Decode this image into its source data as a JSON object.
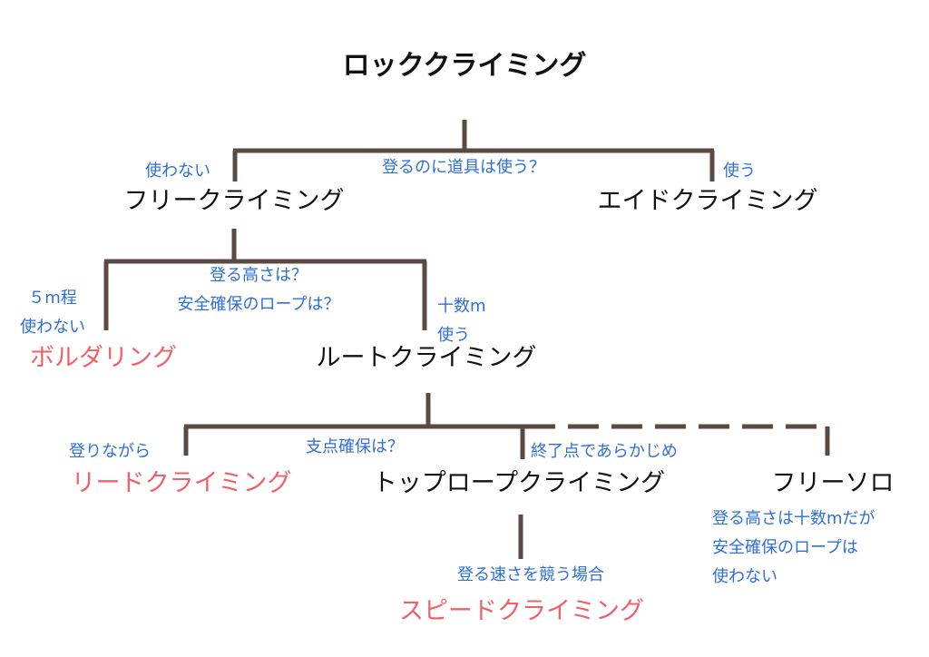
{
  "title": "ロッククライミング",
  "nodes": {
    "free": "フリークライミング",
    "aid": "エイドクライミング",
    "bouldering": "ボルダリング",
    "route": "ルートクライミング",
    "lead": "リードクライミング",
    "toprope": "トップロープクライミング",
    "freesolo": "フリーソロ",
    "speed": "スピードクライミング"
  },
  "labels": {
    "q_tools": "登るのに道具は使う？",
    "free_cond": "使わない",
    "aid_cond": "使う",
    "q_height": [
      "登る高さは？",
      "安全確保のロープは？"
    ],
    "bouldering_cond": [
      "５m程",
      "使わない"
    ],
    "route_cond": [
      "十数m",
      "使う"
    ],
    "q_anchor": "支点確保は？",
    "lead_cond": "登りながら",
    "toprope_cond": "終了点であらかじめ",
    "freesolo_cond": [
      "登る高さは十数mだが",
      "安全確保のロープは",
      "使わない"
    ],
    "speed_cond": "登る速さを競う場合"
  },
  "colors": {
    "line": "#5a4a42",
    "label": "#2f6fd9",
    "highlight": "#f0606a",
    "text": "#111111"
  }
}
